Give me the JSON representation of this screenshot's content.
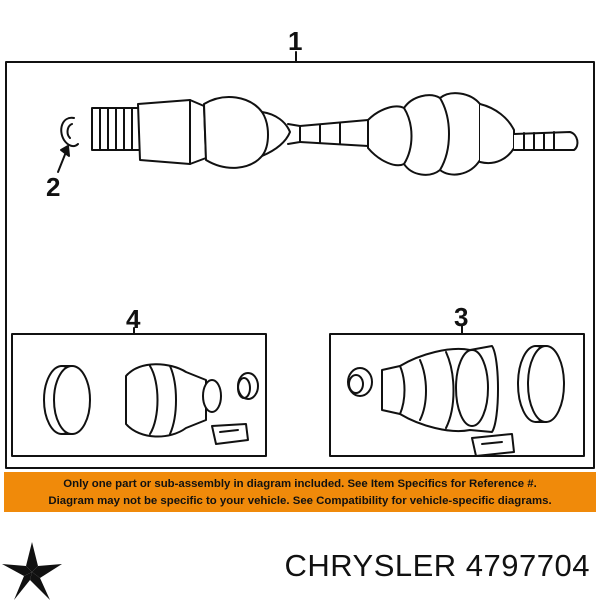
{
  "callouts": {
    "main_assembly": "1",
    "retaining_ring": "2",
    "outer_boot_kit": "3",
    "inner_boot_kit": "4"
  },
  "disclaimer": {
    "line1": "Only one part or sub-assembly in diagram included. See Item Specifics for Reference #.",
    "line2": "Diagram may not be specific to your vehicle. See Compatibility for vehicle-specific diagrams."
  },
  "brand": {
    "logo_icon": "pentastar-icon",
    "label": "CHRYSLER 4797704"
  },
  "colors": {
    "banner": "#f08a0a",
    "ink": "#111111"
  }
}
